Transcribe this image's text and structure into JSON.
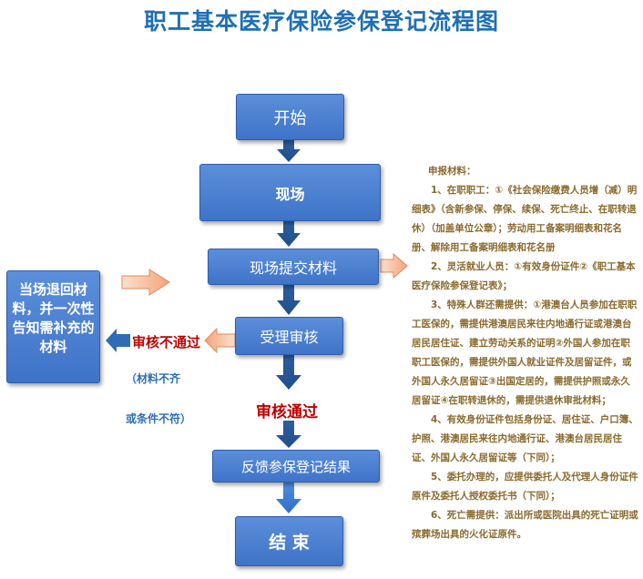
{
  "title": "职工基本医疗保险参保登记流程图",
  "flow": {
    "start": "开始",
    "onsite": "现场",
    "submit": "现场提交材料",
    "review": "受理审核",
    "feedback": "反馈参保登记结果",
    "end": "结 束"
  },
  "reject": {
    "label": "审核不通过",
    "reason_line1": "（材料不齐",
    "reason_line2": "或条件不符）",
    "side_box": "当场退回材料，并一次性告知需补充的材料"
  },
  "pass_label": "审核通过",
  "materials": {
    "heading": "申报材料：",
    "items": [
      "1、在职职工：①《社会保险缴费人员增（减）明细表》（含新参保、停保、续保、死亡终止、在职转退休）（加盖单位公章）；劳动用工备案明细表和花名册、解除用工备案明细表和花名册",
      "2、灵活就业人员：①有效身份证件②《职工基本医疗保险参保登记表》；",
      "3、特殊人群还需提供：①港澳台人员参加在职职工医保的，需提供港澳居民来往内地通行证或港澳台居民居住证、建立劳动关系的证明②外国人参加在职职工医保的，需提供外国人就业证件及居留证件，或外国人永久居留证③出国定居的，需提供护照或永久居留证④在职转退休的，需提供退休审批材料；",
      "4、有效身份证件包括身份证、居住证、户口簿、护照、港澳居民来往内地通行证、港澳台居民居住证、外国人永久居留证等（下同）；",
      "5、委托办理的，应提供委托人及代理人身份证件原件及委托人授权委托书（下同）；",
      "6、死亡需提供：派出所或医院出具的死亡证明或殡葬场出具的火化证原件。"
    ]
  }
}
